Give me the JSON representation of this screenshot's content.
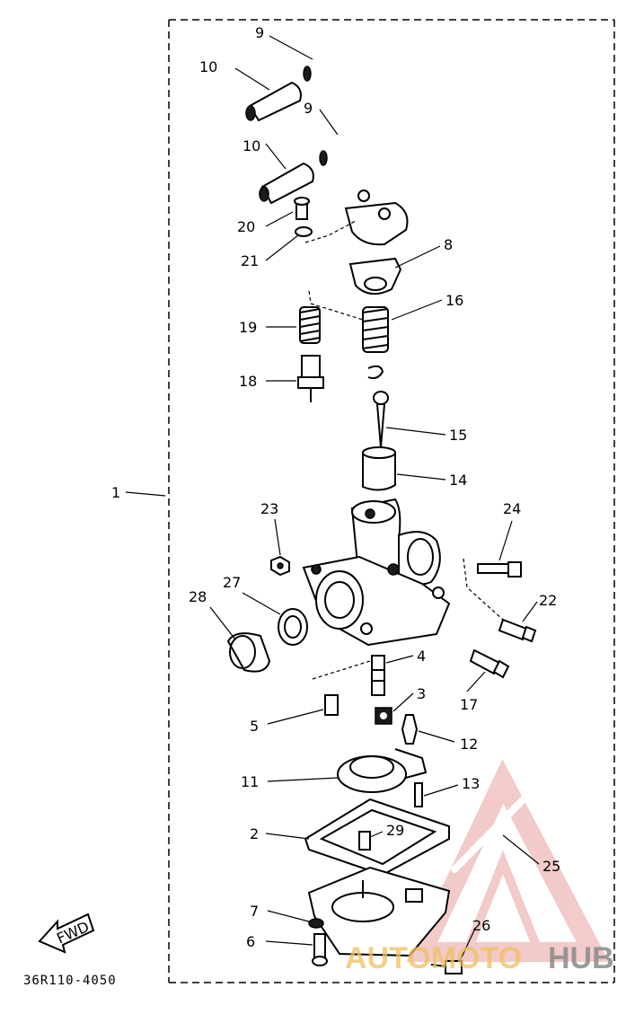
{
  "diagram": {
    "part_code": "36R110-4050",
    "fwd_label": "FWD",
    "watermark": {
      "part1": "AUTOMOTO",
      "part2": "HUB"
    },
    "colors": {
      "watermark_red": "#e8a0a0",
      "watermark_gold": "#f0c060",
      "watermark_gray": "#8a8a8a"
    },
    "callouts": [
      {
        "id": "9a",
        "number": "9"
      },
      {
        "id": "10a",
        "number": "10"
      },
      {
        "id": "9b",
        "number": "9"
      },
      {
        "id": "10b",
        "number": "10"
      },
      {
        "id": "20",
        "number": "20"
      },
      {
        "id": "21",
        "number": "21"
      },
      {
        "id": "8",
        "number": "8"
      },
      {
        "id": "16",
        "number": "16"
      },
      {
        "id": "19",
        "number": "19"
      },
      {
        "id": "18",
        "number": "18"
      },
      {
        "id": "15",
        "number": "15"
      },
      {
        "id": "14",
        "number": "14"
      },
      {
        "id": "1",
        "number": "1"
      },
      {
        "id": "23",
        "number": "23"
      },
      {
        "id": "24",
        "number": "24"
      },
      {
        "id": "27",
        "number": "27"
      },
      {
        "id": "28",
        "number": "28"
      },
      {
        "id": "22",
        "number": "22"
      },
      {
        "id": "4",
        "number": "4"
      },
      {
        "id": "17",
        "number": "17"
      },
      {
        "id": "3",
        "number": "3"
      },
      {
        "id": "5",
        "number": "5"
      },
      {
        "id": "12",
        "number": "12"
      },
      {
        "id": "11",
        "number": "11"
      },
      {
        "id": "13",
        "number": "13"
      },
      {
        "id": "2",
        "number": "2"
      },
      {
        "id": "29",
        "number": "29"
      },
      {
        "id": "25",
        "number": "25"
      },
      {
        "id": "7",
        "number": "7"
      },
      {
        "id": "26",
        "number": "26"
      },
      {
        "id": "6",
        "number": "6"
      }
    ]
  }
}
